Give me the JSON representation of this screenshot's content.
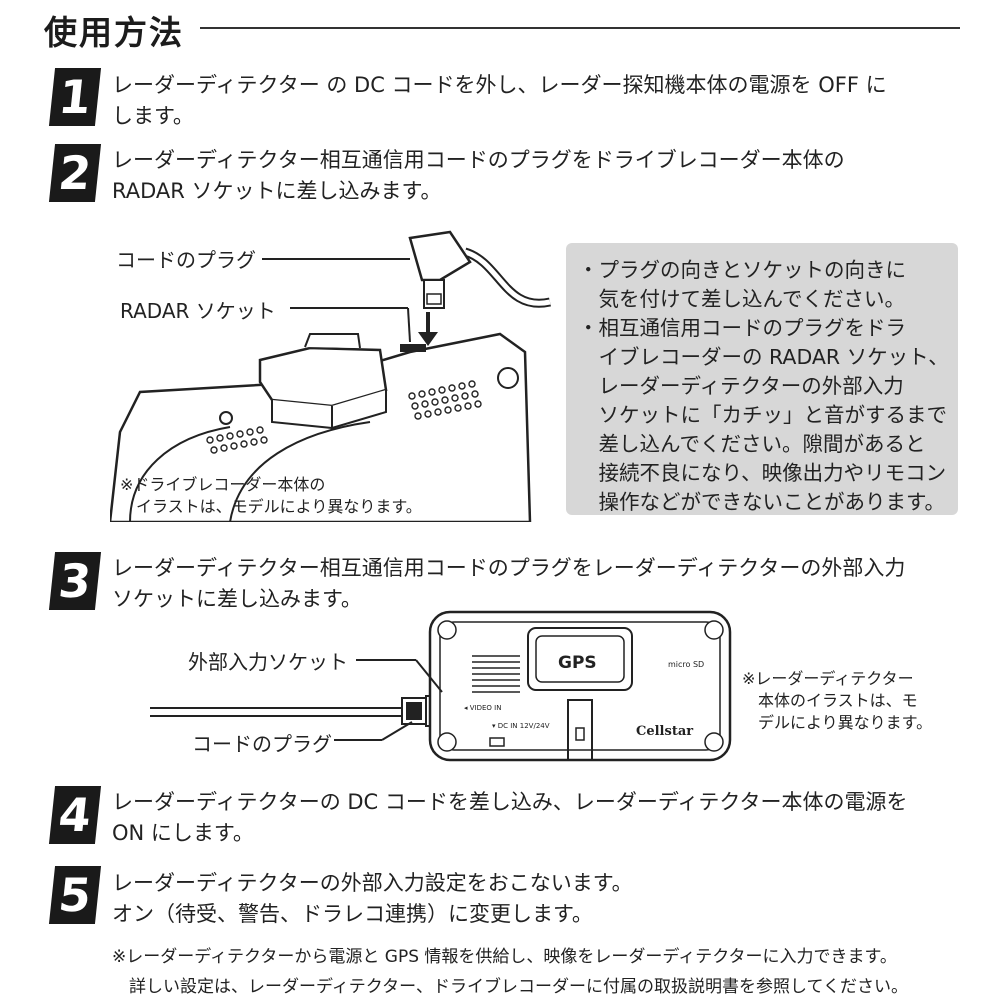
{
  "section": {
    "title": "使用方法"
  },
  "steps": [
    {
      "number": "1",
      "text": "レーダーディテクター の DC コードを外し、レーダー探知機本体の電源を OFF に\nします。"
    },
    {
      "number": "2",
      "text": "レーダーディテクター相互通信用コードのプラグをドライブレコーダー本体の\nRADAR ソケットに差し込みます。"
    },
    {
      "number": "3",
      "text": "レーダーディテクター相互通信用コードのプラグをレーダーディテクターの外部入力\nソケットに差し込みます。"
    },
    {
      "number": "4",
      "text": "レーダーディテクターの DC コードを差し込み、レーダーディテクター本体の電源を\nON にします。"
    },
    {
      "number": "5",
      "text": "レーダーディテクターの外部入力設定をおこないます。\nオン（待受、警告、ドラレコ連携）に変更します。"
    }
  ],
  "figure1": {
    "label_plug": "コードのプラグ",
    "label_socket": "RADAR ソケット",
    "note": "※ドライブレコーダー本体の\n　イラストは、モデルにより異なります。"
  },
  "notice": {
    "items": [
      "・プラグの向きとソケットの向きに\n　気を付けて差し込んでください。",
      "・相互通信用コードのプラグをドラ\n　イブレコーダーの RADAR ソケット、\n　レーダーディテクターの外部入力\n　ソケットに「カチッ」と音がするまで\n　差し込んでください。隙間があると\n　接続不良になり、映像出力やリモコン\n　操作などができないことがあります。"
    ]
  },
  "figure2": {
    "label_socket": "外部入力ソケット",
    "label_plug": "コードのプラグ",
    "device_gps": "GPS",
    "device_brand": "Cellstar",
    "device_micro": "micro SD",
    "device_video_in": "◂ VIDEO IN",
    "device_dc_in": "▾ DC IN 12V/24V",
    "note": "※レーダーディテクター\n　本体のイラストは、モ\n　デルにより異なります。"
  },
  "footer": {
    "text": "※レーダーディテクターから電源と GPS 情報を供給し、映像をレーダーディテクターに入力できます。\n　詳しい設定は、レーダーディテクター、ドライブレコーダーに付属の取扱説明書を参照してください。"
  }
}
